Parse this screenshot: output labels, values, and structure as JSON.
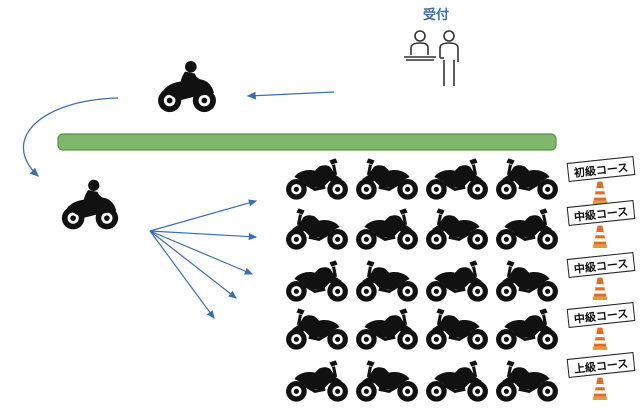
{
  "reception": {
    "label": "受付",
    "icon": "reception-staff-icon"
  },
  "courses": [
    {
      "label": "初級コース"
    },
    {
      "label": "中級コース"
    },
    {
      "label": "中級コース"
    },
    {
      "label": "中級コース"
    },
    {
      "label": "上級コース"
    }
  ],
  "colors": {
    "title": "#3a6ea8",
    "arrow": "#3b6fb0",
    "track": "#7fb86a",
    "track_border": "#5a9246",
    "silhouette": "#111111",
    "cone": "#e86a1c",
    "cone_stripe": "#ffffff",
    "cone_base": "#d8a23a"
  },
  "icons": {
    "rider": "motorcycle-rider-icon",
    "motorcycle": "motorcycle-icon",
    "cone": "traffic-cone-icon"
  }
}
